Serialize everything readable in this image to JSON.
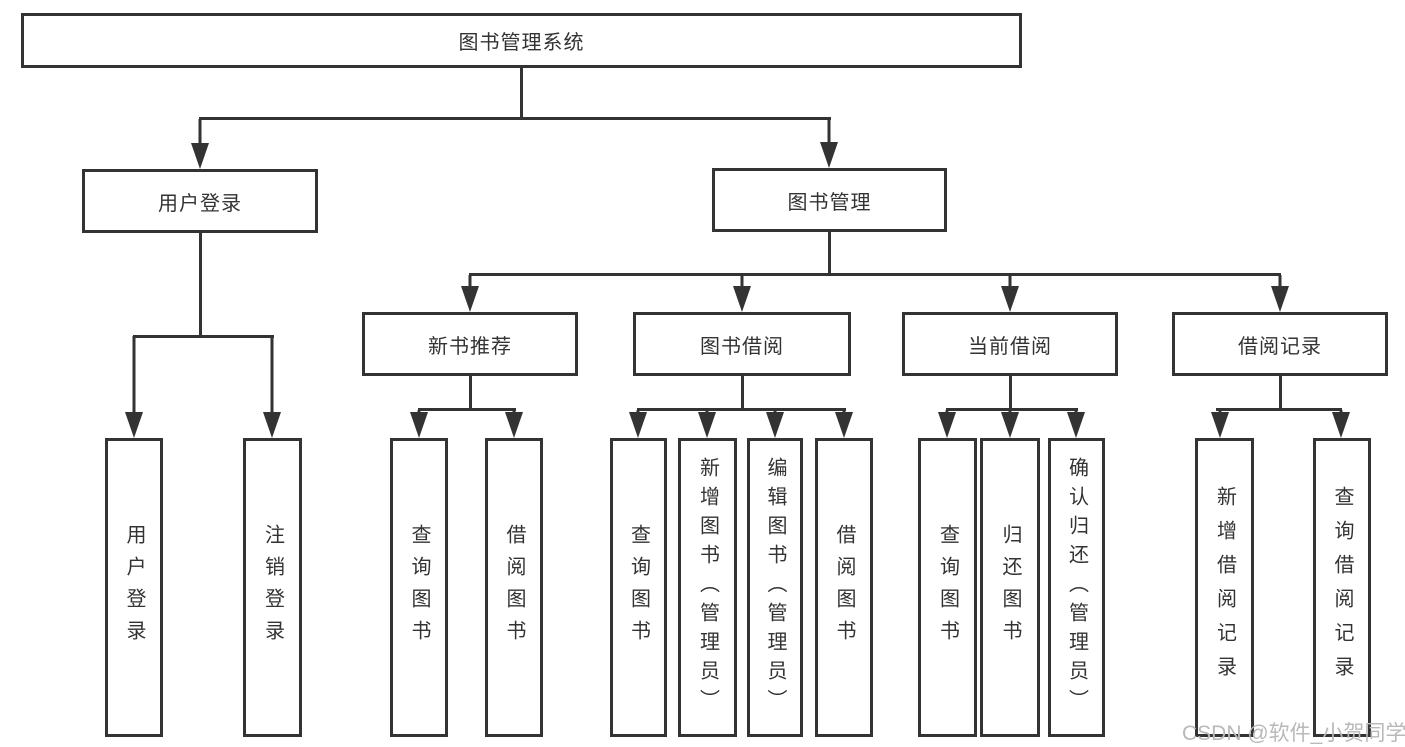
{
  "diagram": {
    "title": "图书管理系统",
    "type": "tree",
    "root": {
      "label": "图书管理系统"
    },
    "level2": [
      {
        "label": "用户登录"
      },
      {
        "label": "图书管理"
      }
    ],
    "level3": [
      {
        "label": "新书推荐"
      },
      {
        "label": "图书借阅"
      },
      {
        "label": "当前借阅"
      },
      {
        "label": "借阅记录"
      }
    ],
    "leaves": {
      "user_login": [
        "用户登录",
        "注销登录"
      ],
      "new_book_recommend": [
        "查询图书",
        "借阅图书"
      ],
      "book_borrow": [
        "查询图书",
        "新增图书（管理员）",
        "编辑图书（管理员）",
        "借阅图书"
      ],
      "current_borrow": [
        "查询图书",
        "归还图书",
        "确认归还（管理员）"
      ],
      "borrow_records": [
        "新增借阅记录",
        "查询借阅记录"
      ]
    }
  },
  "watermark": "CSDN @软件_小贺同学",
  "colors": {
    "line": "#333333",
    "text": "#333333",
    "watermark": "#b9b9b9",
    "background": "#ffffff"
  }
}
